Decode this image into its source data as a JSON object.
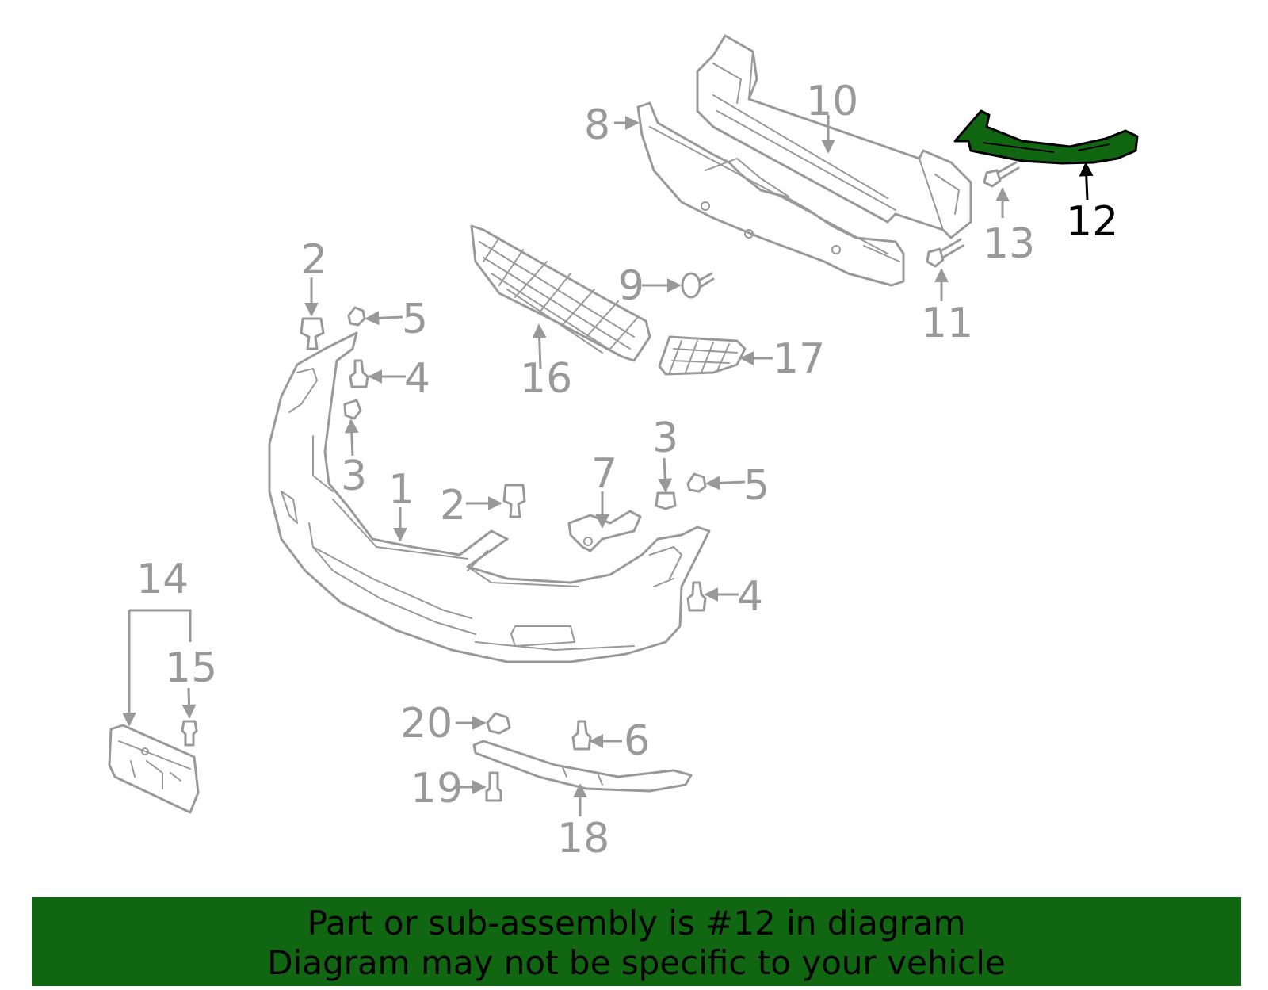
{
  "highlight_color": "#116611",
  "highlight_part": "12",
  "callouts": [
    "1",
    "2",
    "2",
    "3",
    "3",
    "4",
    "4",
    "5",
    "5",
    "6",
    "7",
    "8",
    "9",
    "10",
    "11",
    "12",
    "13",
    "14",
    "15",
    "16",
    "17",
    "18",
    "19",
    "20"
  ],
  "banner": {
    "line1": "Part or sub-assembly is #12 in diagram",
    "line2": "Diagram may not be specific to your vehicle"
  }
}
